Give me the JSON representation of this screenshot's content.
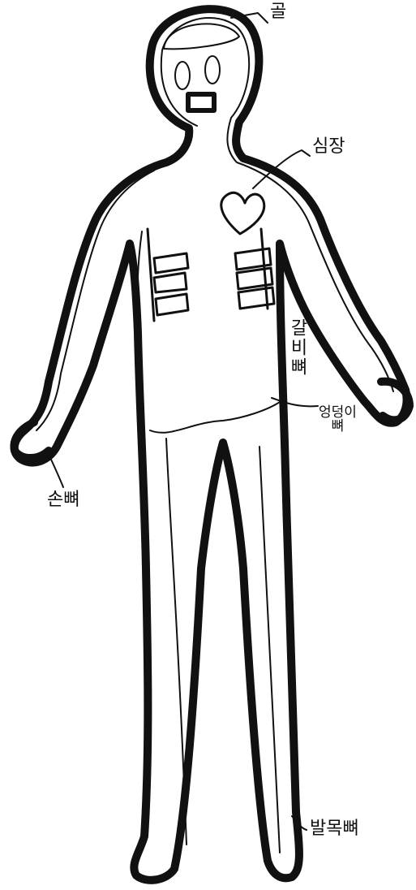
{
  "labels": {
    "skull": "골",
    "heart": "심장",
    "ribs": "갈비뼈",
    "pelvis": "엉덩이\n뼈",
    "hand": "손뼈",
    "ankle": "발목뼈"
  }
}
